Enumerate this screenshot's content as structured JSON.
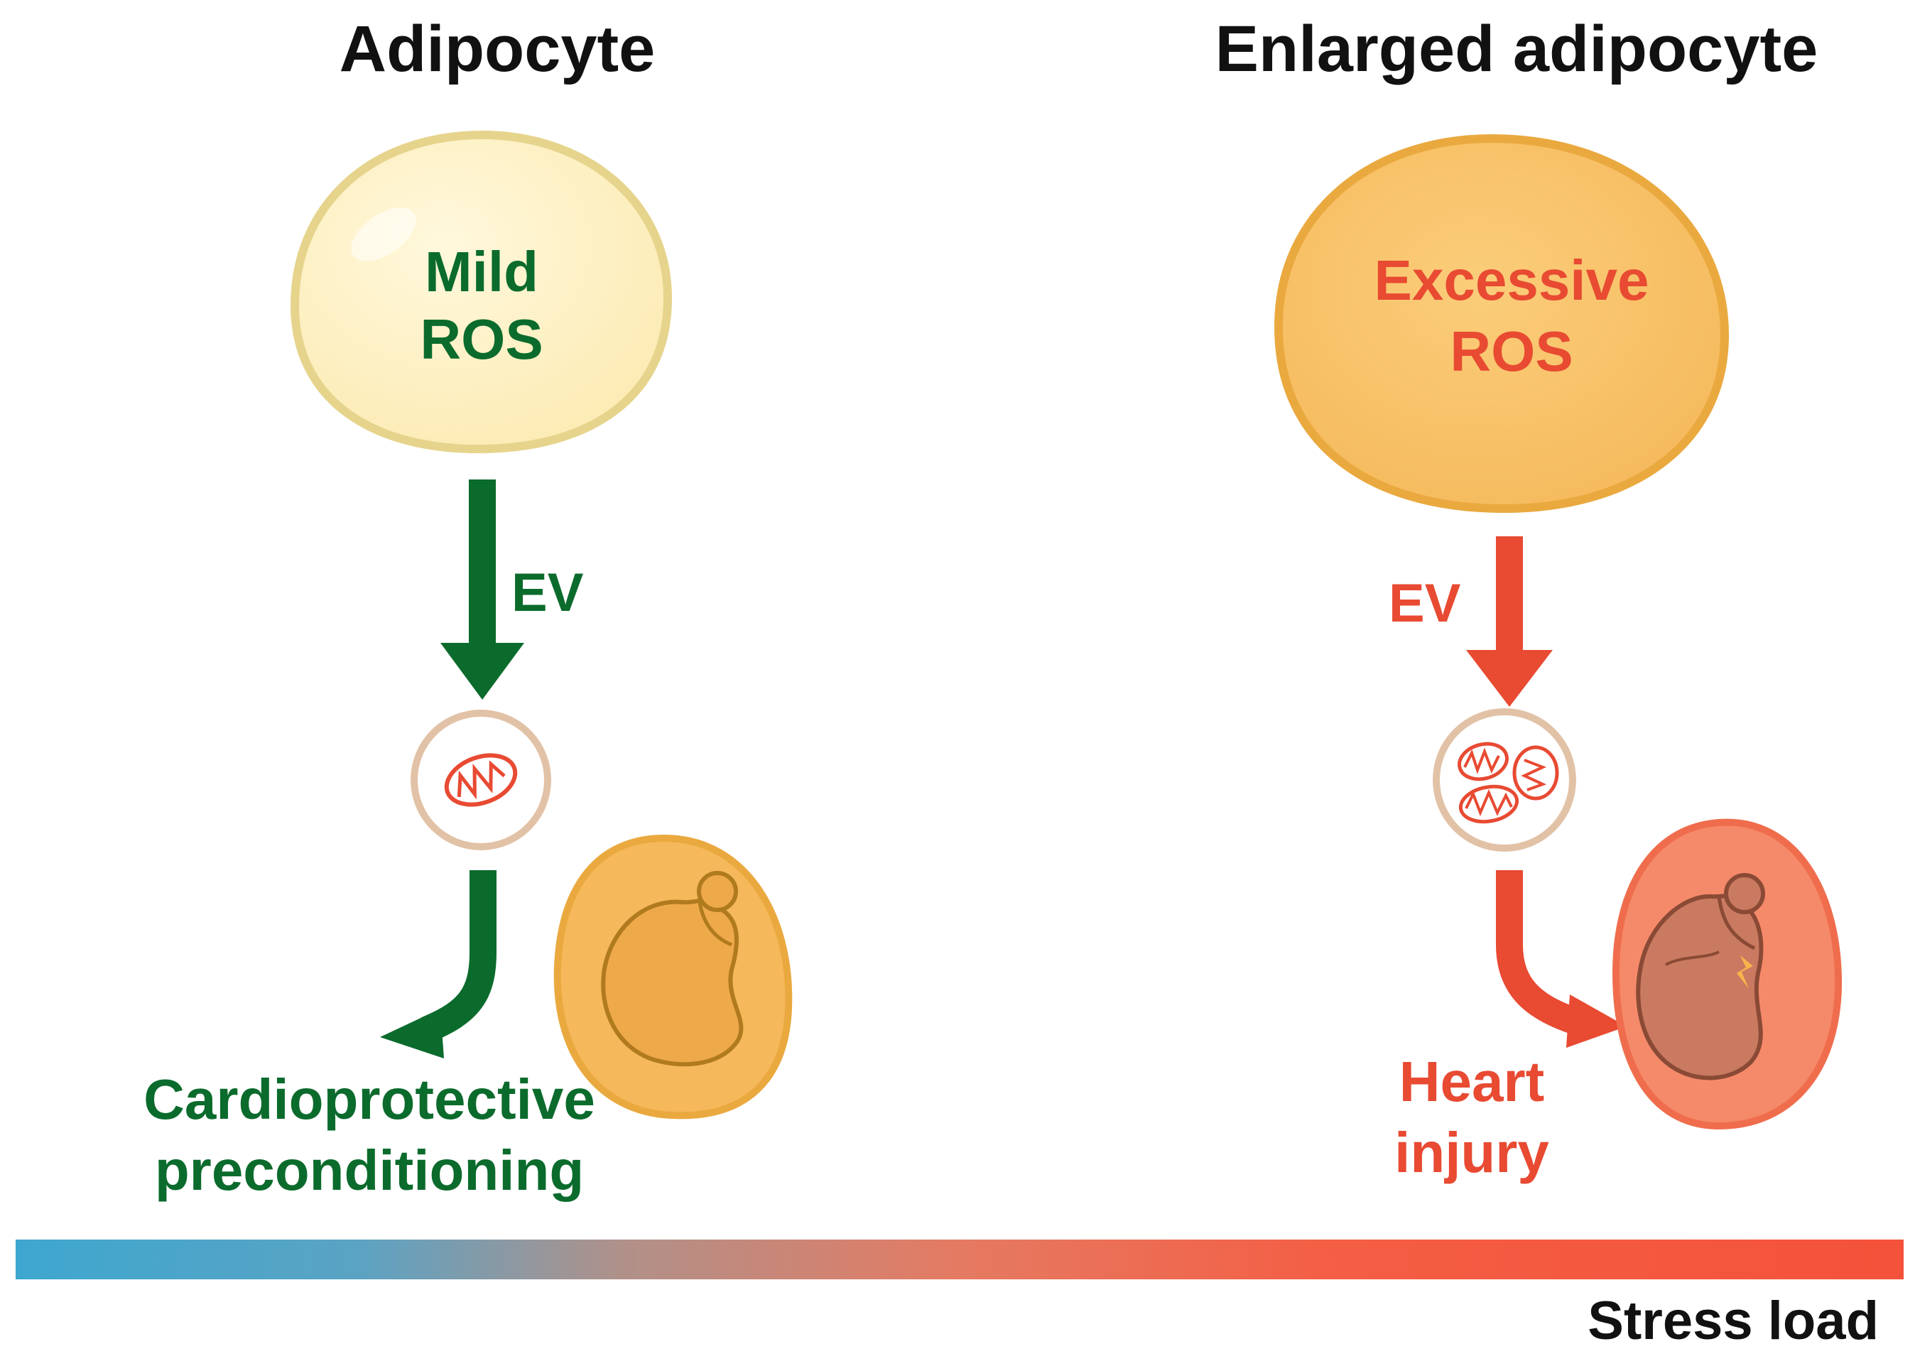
{
  "left": {
    "title": "Adipocyte",
    "ros_line1": "Mild",
    "ros_line2": "ROS",
    "ev_label": "EV",
    "outcome_line1": "Cardioprotective",
    "outcome_line2": "preconditioning"
  },
  "right": {
    "title": "Enlarged adipocyte",
    "ros_line1": "Excessive",
    "ros_line2": "ROS",
    "ev_label": "EV",
    "outcome_line1": "Heart",
    "outcome_line2": "injury"
  },
  "stress_bar": {
    "label": "Stress load"
  },
  "colors": {
    "title": "#111111",
    "green": "#0b6b2c",
    "red": "#e84a32",
    "adipocyte_fill": "#fdf0c4",
    "adipocyte_stroke": "#e6d48c",
    "enlarged_fill": "#f8c46e",
    "enlarged_stroke": "#eaa93f",
    "bar_start": "#3ea7cf",
    "bar_end": "#f4523a"
  }
}
